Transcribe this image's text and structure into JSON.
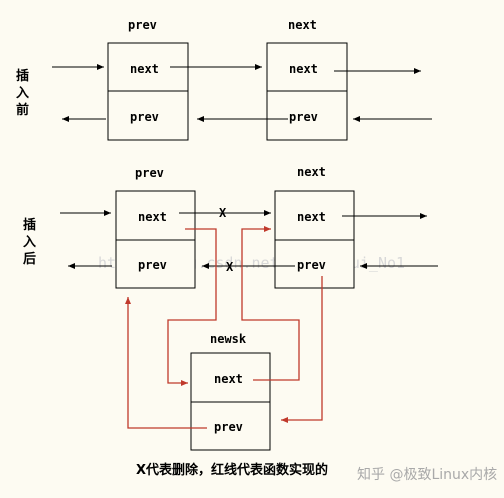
{
  "before": {
    "side_label": "插\n入\n前",
    "prev_node": {
      "title": "prev",
      "next_field": "next",
      "prev_field": "prev"
    },
    "next_node": {
      "title": "next",
      "next_field": "next",
      "prev_field": "prev"
    }
  },
  "after": {
    "side_label": "插\n入\n后",
    "prev_node": {
      "title": "prev",
      "next_field": "next",
      "prev_field": "prev"
    },
    "next_node": {
      "title": "next",
      "next_field": "next",
      "prev_field": "prev"
    },
    "new_node": {
      "title": "newsk",
      "next_field": "next",
      "prev_field": "prev"
    },
    "deleted_marks": [
      "X",
      "X"
    ]
  },
  "caption": "X代表删除，红线代表函数实现的",
  "watermark_url": "http://blog.csdn.net/WaiZhiHui_No1",
  "watermark_brand": "知乎 @极致Linux内核",
  "colors": {
    "black_arrow": "#000000",
    "red_arrow": "#c0392b",
    "background": "#fdfbf2"
  }
}
